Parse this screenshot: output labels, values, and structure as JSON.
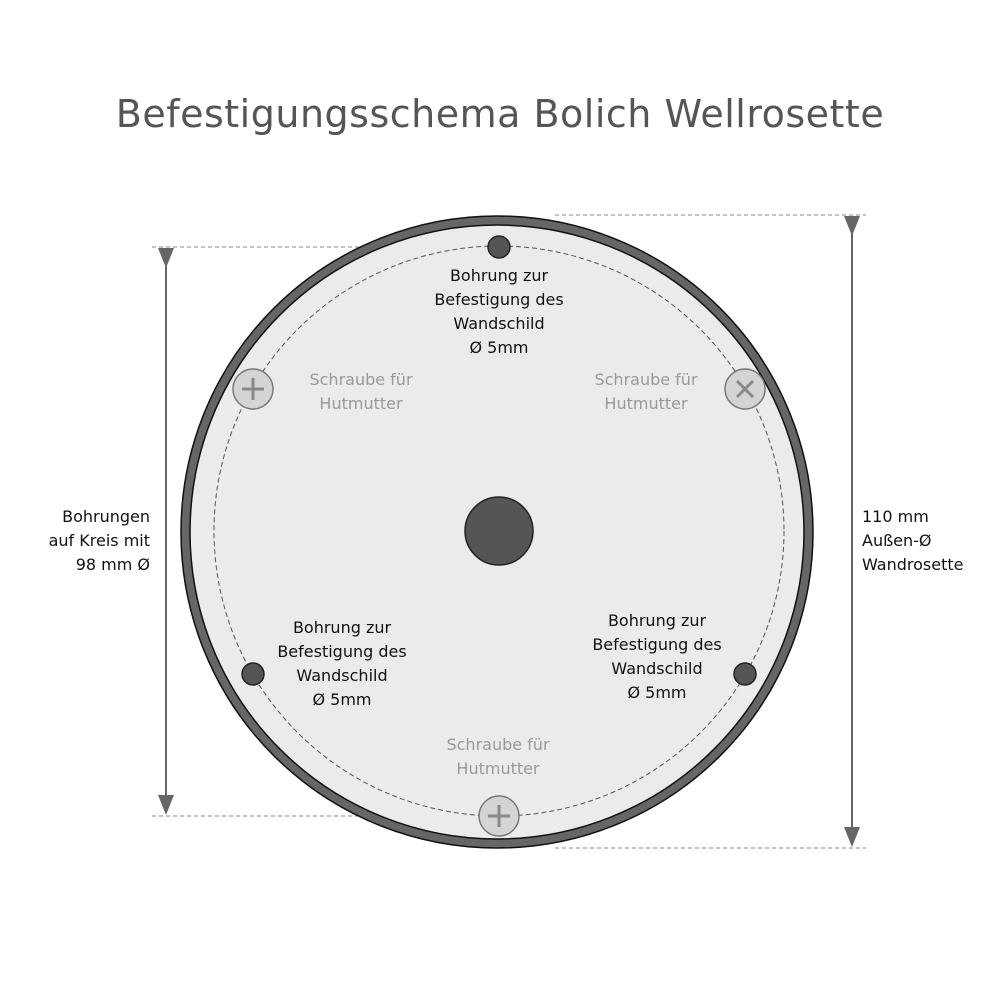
{
  "title": "Befestigungsschema Bolich Wellrosette",
  "labels": {
    "hole_top": [
      "Bohrung zur",
      "Befestigung des",
      "Wandschild",
      "Ø 5mm"
    ],
    "hole_left": [
      "Bohrung zur",
      "Befestigung des",
      "Wandschild",
      "Ø 5mm"
    ],
    "hole_right": [
      "Bohrung zur",
      "Befestigung des",
      "Wandschild",
      "Ø 5mm"
    ],
    "screw_left": [
      "Schraube für",
      "Hutmutter"
    ],
    "screw_right": [
      "Schraube für",
      "Hutmutter"
    ],
    "screw_bottom": [
      "Schraube für",
      "Hutmutter"
    ],
    "dim_left": [
      "Bohrungen",
      "auf Kreis mit",
      "98 mm Ø"
    ],
    "dim_right": [
      "110 mm",
      "Außen-Ø",
      "Wandrosette"
    ]
  },
  "colors": {
    "plate": "#ebebeb",
    "ring": "#666666",
    "hole": "#555555",
    "screw": "#d4d4d4"
  }
}
